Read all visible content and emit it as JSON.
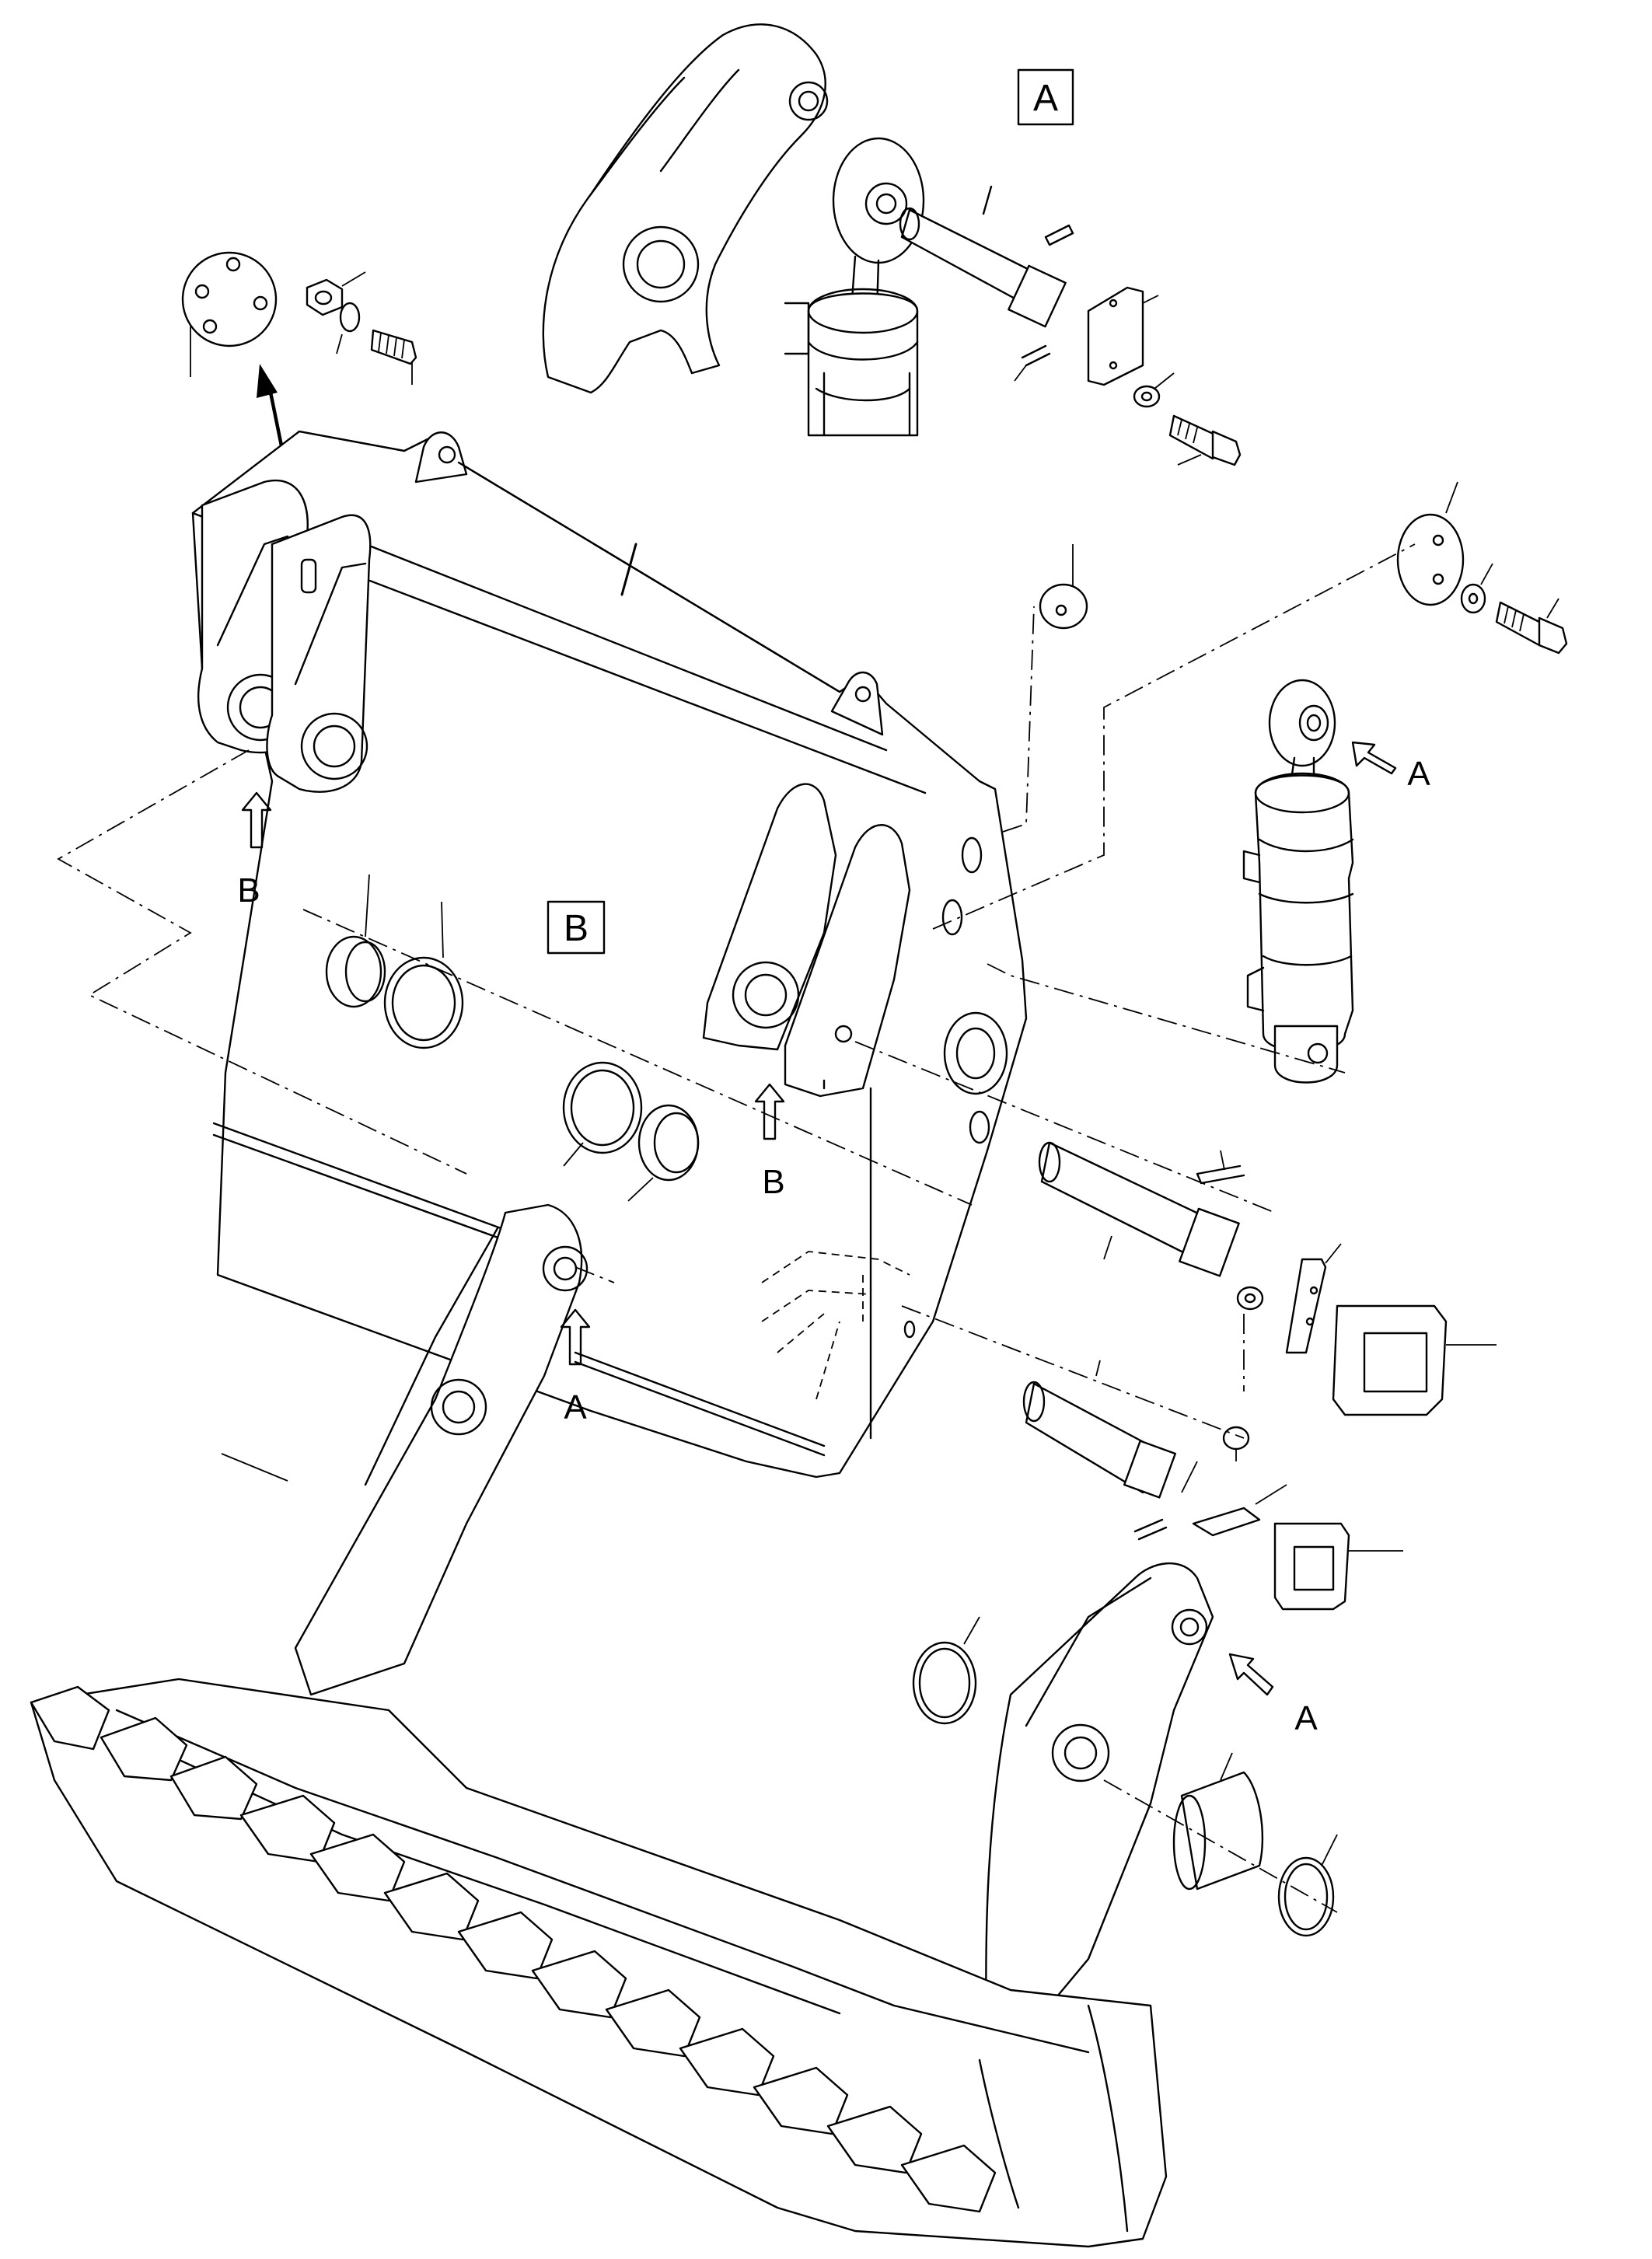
{
  "callouts": {
    "detail_a": "A",
    "detail_b": "B",
    "arrow_a1": "A",
    "arrow_a2": "A",
    "arrow_a3": "A",
    "arrow_b1": "B",
    "arrow_b2": "B"
  },
  "colors": {
    "line": "#000000",
    "background": "#ffffff"
  }
}
